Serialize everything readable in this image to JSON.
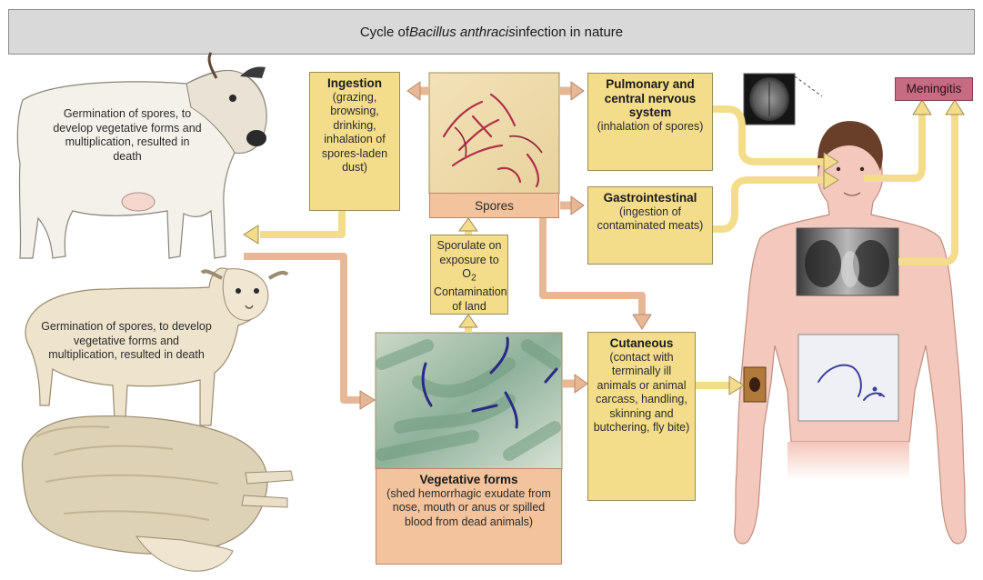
{
  "title": {
    "prefix": "Cycle of ",
    "italic": "Bacillus anthracis",
    "suffix": " infection in nature"
  },
  "cow_caption": "Germination of spores, to develop vegetative forms and multiplication, resulted in death",
  "sheep_caption": "Germination of spores, to develop vegetative forms and multiplication, resulted in death",
  "ingestion": {
    "title": "Ingestion",
    "detail": "(grazing, browsing, drinking, inhalation of spores-laden dust)"
  },
  "spores": {
    "label": "Spores"
  },
  "sporulate": {
    "line1": "Sporulate on",
    "line2_prefix": "exposure to O",
    "line2_sub": "2",
    "line3": "Contamination of land"
  },
  "vegetative": {
    "title": "Vegetative forms",
    "detail": "(shed hemorrhagic exudate from nose, mouth or anus or spilled blood from dead animals)"
  },
  "pulmonary": {
    "title": "Pulmonary and central nervous system",
    "detail": "(inhalation of spores)"
  },
  "gastro": {
    "title": "Gastrointestinal",
    "detail": "(ingestion of contaminated meats)"
  },
  "cutaneous": {
    "title": "Cutaneous",
    "detail": "(contact with terminally ill animals or animal carcass, handling, skinning and butchering, fly bite)"
  },
  "meningitis": {
    "label": "Meningitis"
  },
  "colors": {
    "box": "#f3dc8a",
    "peach_box": "#f2c39c",
    "meningitis": "#c56b82",
    "arrow_yellow": "#f3dc8a",
    "arrow_peach": "#e7b896",
    "skin": "#f4c9bd"
  }
}
